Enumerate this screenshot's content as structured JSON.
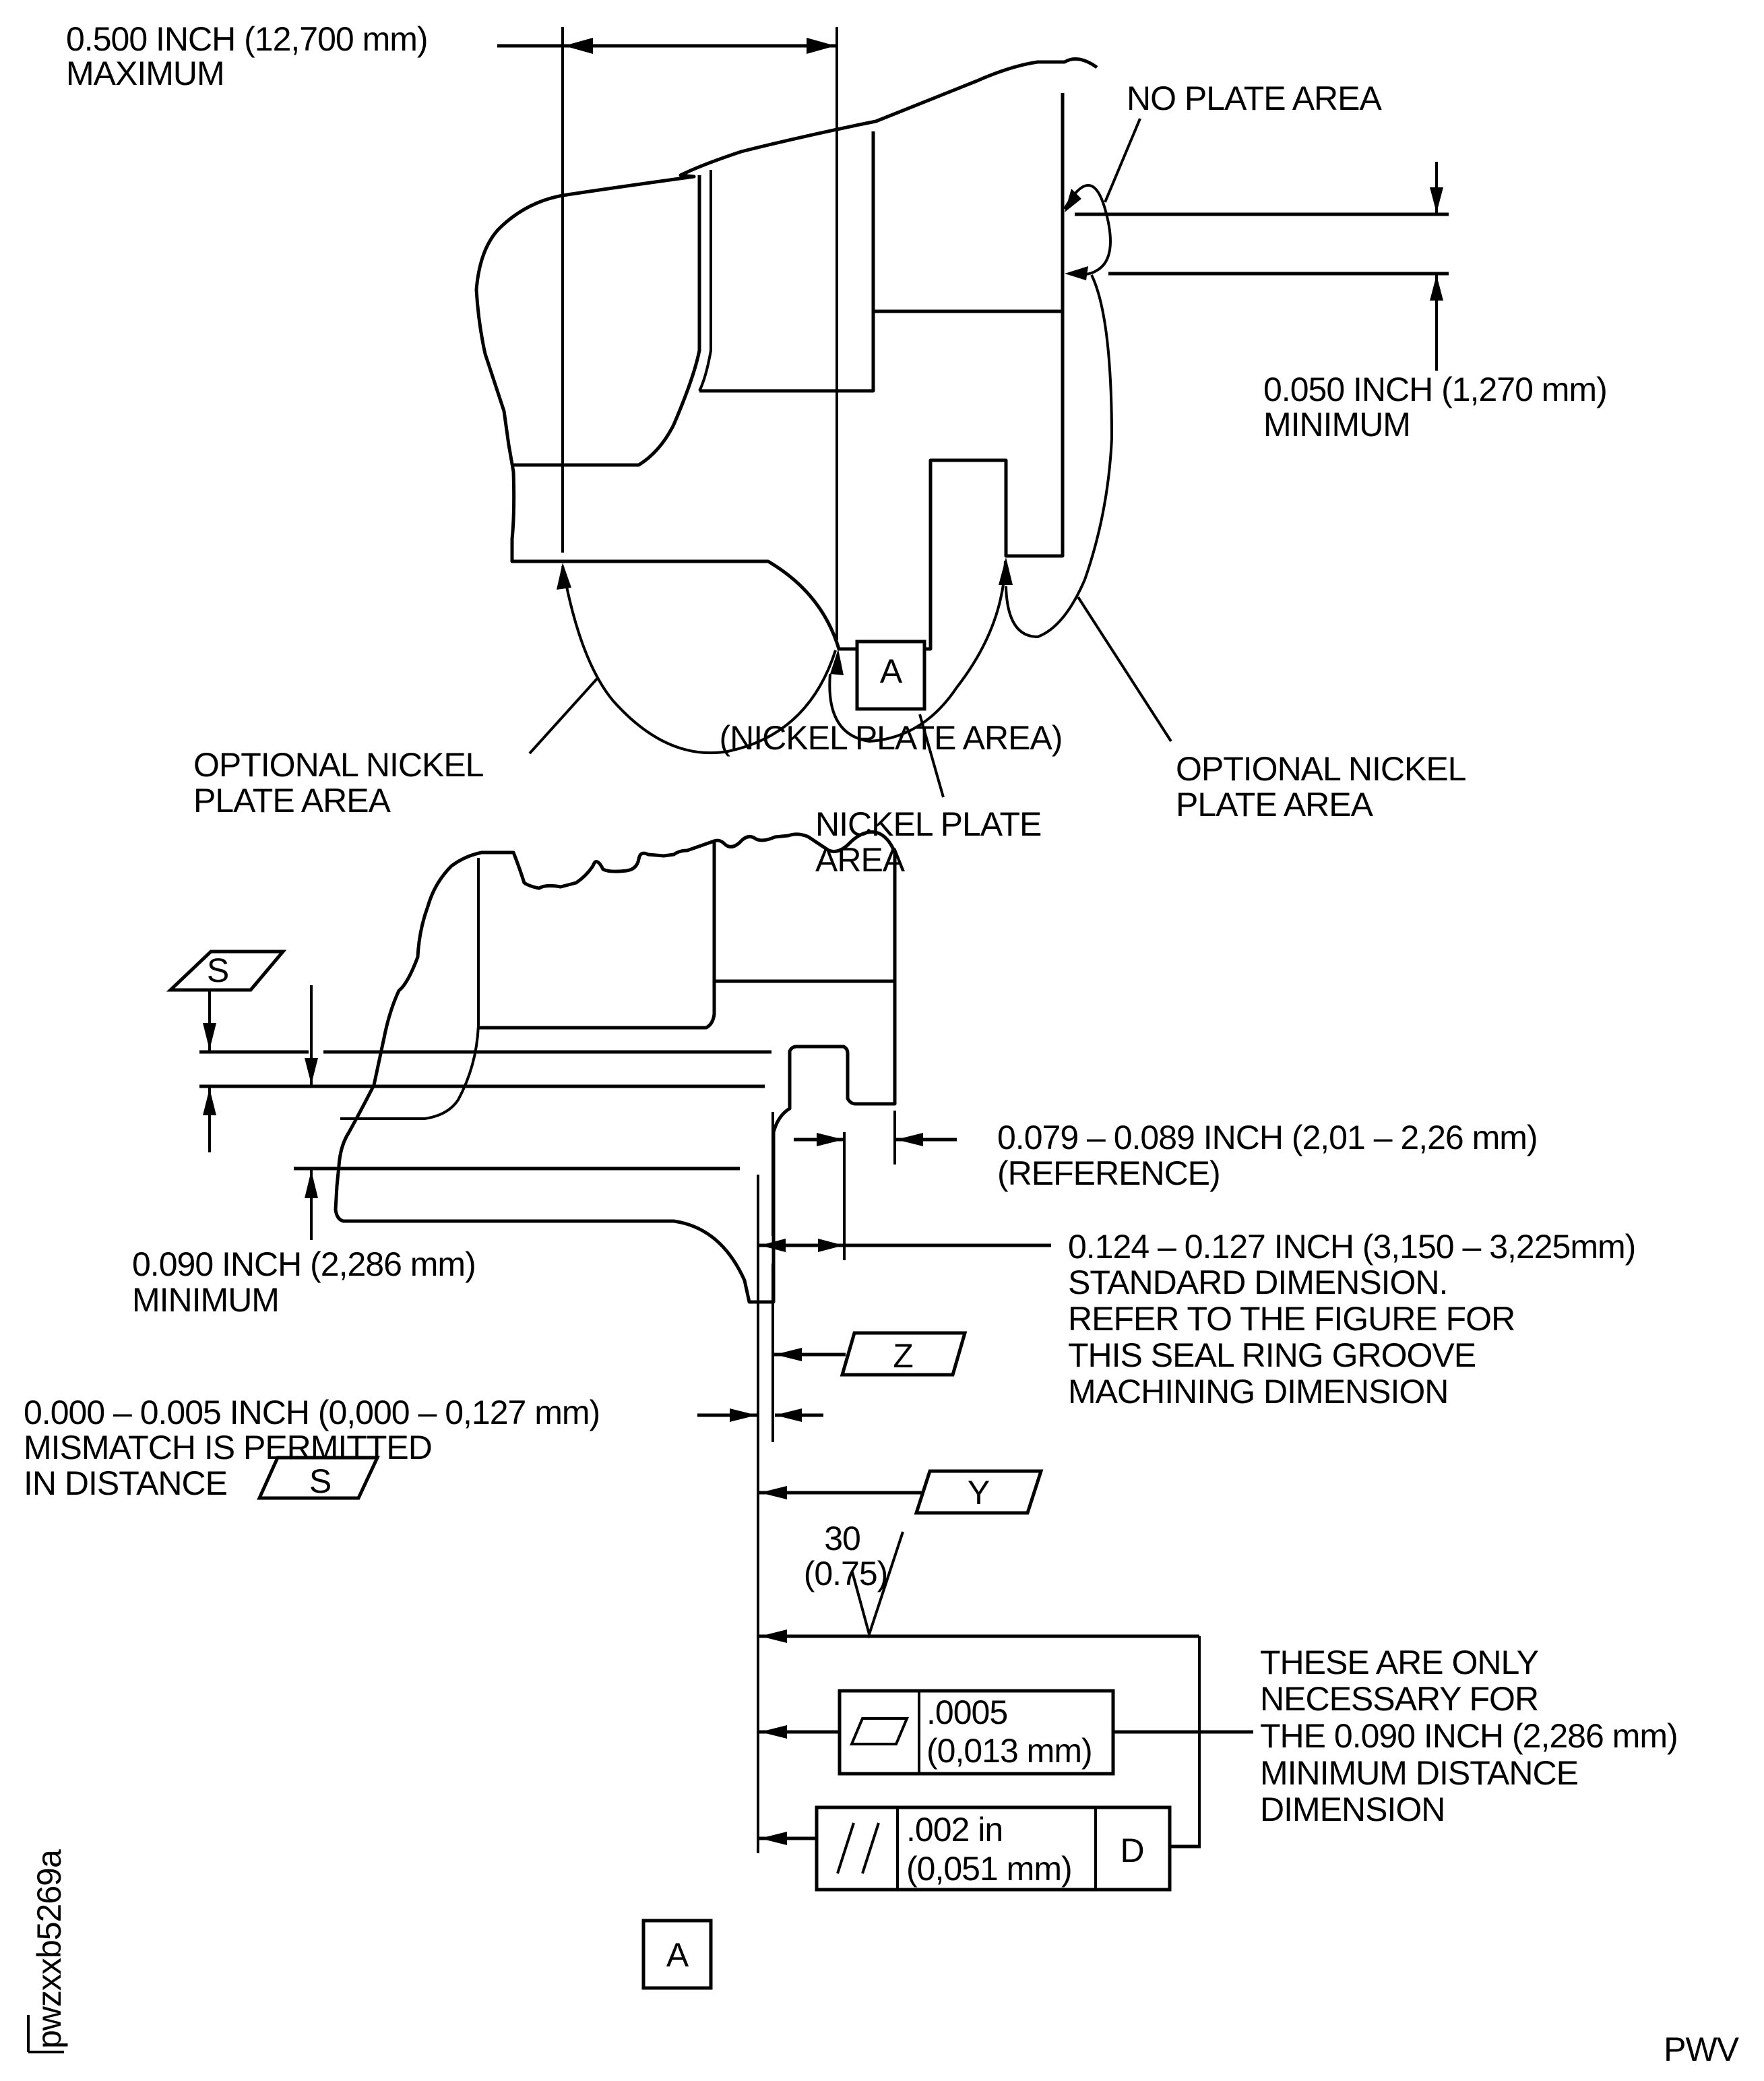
{
  "view_top": {
    "dim_max": [
      "0.500 INCH (12,700 mm)",
      "MAXIMUM"
    ],
    "no_plate": "NO PLATE AREA",
    "dim_min": [
      "0.050 INCH (1,270 mm)",
      "MINIMUM"
    ],
    "optional_left": [
      "OPTIONAL NICKEL",
      "PLATE AREA"
    ],
    "nickel_plate": [
      "NICKEL PLATE",
      "AREA"
    ],
    "optional_right": [
      "OPTIONAL NICKEL",
      "PLATE AREA"
    ],
    "view_label": "A",
    "view_caption": "(NICKEL PLATE AREA)"
  },
  "view_bottom": {
    "datum_s": "S",
    "dim_090": [
      "0.090 INCH (2,286 mm)",
      "MINIMUM"
    ],
    "dim_079": [
      "0.079 – 0.089 INCH (2,01 – 2,26 mm)",
      "(REFERENCE)"
    ],
    "dim_124": [
      "0.124 – 0.127 INCH (3,150 – 3,225mm)",
      "STANDARD DIMENSION.",
      "REFER TO THE FIGURE FOR",
      "THIS SEAL RING GROOVE",
      "MACHINING DIMENSION"
    ],
    "datum_z": "Z",
    "mismatch": [
      "0.000 – 0.005 INCH (0,000 – 0,127 mm)",
      "MISMATCH IS PERMITTED",
      "IN DISTANCE"
    ],
    "datum_s2": "S",
    "datum_y": "Y",
    "finish": [
      "30",
      "(0.75)"
    ],
    "flatness": {
      "symbol": "flatness",
      "value": ".0005",
      "value_mm": "(0,013 mm)"
    },
    "parallelism": {
      "symbol": "//",
      "value": ".002 in",
      "value_mm": "(0,051 mm)",
      "datum": "D"
    },
    "note": [
      "THESE ARE ONLY",
      "NECESSARY FOR",
      "THE 0.090 INCH (2,286 mm)",
      "MINIMUM DISTANCE",
      "DIMENSION"
    ],
    "view_label": "A"
  },
  "figure_id": "pwzxxb5269a",
  "footer": "PWV"
}
